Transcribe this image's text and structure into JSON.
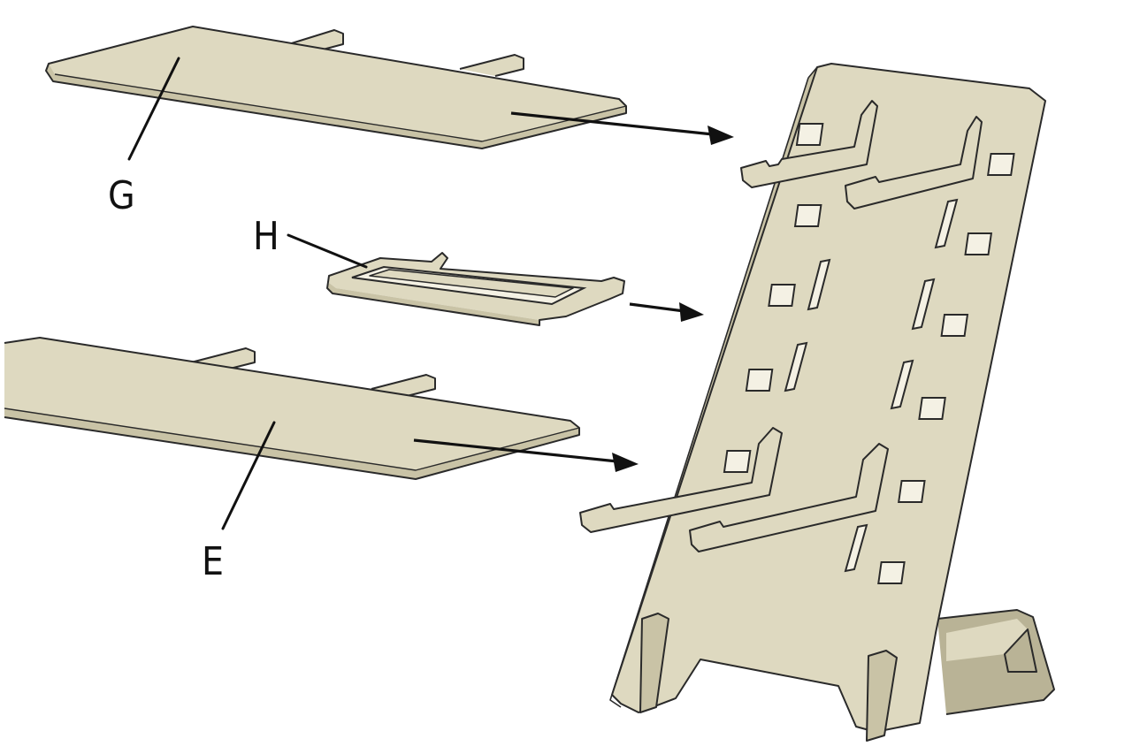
{
  "labels": {
    "g": "G",
    "h": "H",
    "e": "E"
  },
  "colors": {
    "board": "#ded9c0",
    "board_edge": "#c9c3a6",
    "outline": "#2a2a2a",
    "arrow": "#111111"
  }
}
